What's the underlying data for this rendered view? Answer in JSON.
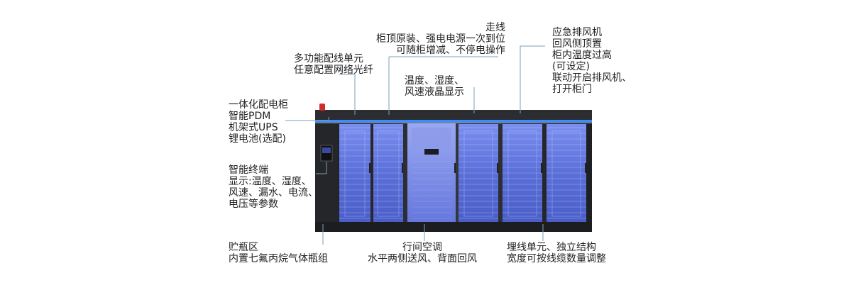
{
  "callouts": {
    "routing": {
      "lines": [
        "走线",
        "柜顶原装、强电电源一次到位",
        "可随柜增减、不停电操作"
      ]
    },
    "emergency_exhaust": {
      "lines": [
        "应急排风机",
        "回风侧顶置",
        "柜内温度过高",
        "(可设定)",
        "联动开启排风机、",
        "打开柜门"
      ]
    },
    "wiring_unit": {
      "lines": [
        "多功能配线单元",
        "任意配置网络光纤"
      ]
    },
    "lcd_display": {
      "lines": [
        "温度、湿度、",
        "风速液晶显示"
      ]
    },
    "power_cabinet": {
      "lines": [
        "一体化配电柜",
        "智能PDM",
        "机架式UPS",
        "锂电池(选配)"
      ]
    },
    "smart_terminal": {
      "lines": [
        "智能终端",
        "显示:温度、湿度、",
        "风速、漏水、电流、",
        "电压等参数"
      ]
    },
    "gas_storage": {
      "lines": [
        "贮瓶区",
        "内置七氟丙烷气体瓶组"
      ]
    },
    "inrow_ac": {
      "lines": [
        "行间空调",
        "水平两侧送风、背面回风"
      ]
    },
    "cable_unit": {
      "lines": [
        "埋线单元、独立结构",
        "宽度可按线缆数量调整"
      ]
    }
  },
  "colors": {
    "cabinet_frame": "#2a2b2f",
    "glass_blue": "#5a6fd8",
    "led_strip": "#3c8cff",
    "alarm_light": "#d22a2a",
    "leader_line": "#7aa0b8"
  }
}
